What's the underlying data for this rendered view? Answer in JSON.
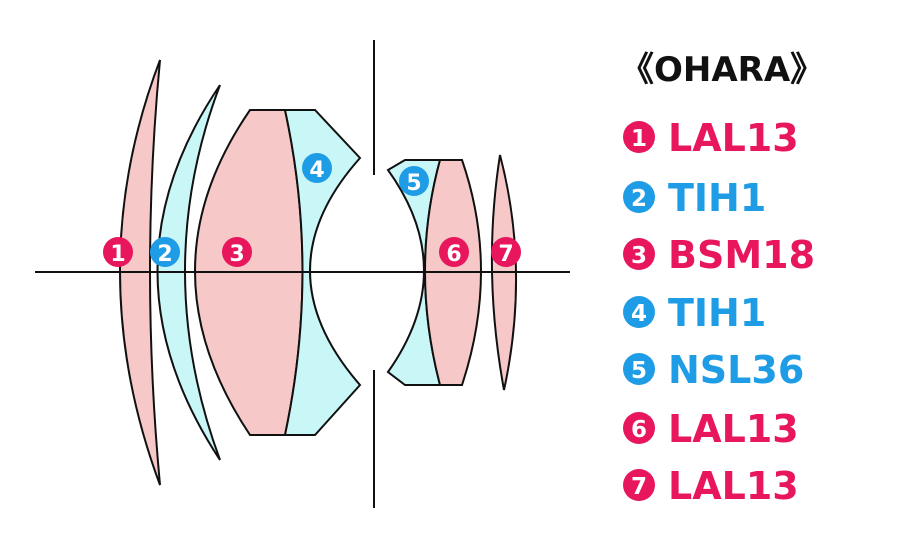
{
  "colors": {
    "red": "#e8175d",
    "blue": "#1f9ce6",
    "pink_fill": "#f7c8c8",
    "cyan_fill": "#c9f7f7",
    "line": "#111111"
  },
  "glass_maker": "《OHARA》",
  "elements": [
    {
      "num": "1",
      "glass": "LAL13",
      "color": "red"
    },
    {
      "num": "2",
      "glass": "TIH1",
      "color": "blue"
    },
    {
      "num": "3",
      "glass": "BSM18",
      "color": "red"
    },
    {
      "num": "4",
      "glass": "TIH1",
      "color": "blue"
    },
    {
      "num": "5",
      "glass": "NSL36",
      "color": "blue"
    },
    {
      "num": "6",
      "glass": "LAL13",
      "color": "red"
    },
    {
      "num": "7",
      "glass": "LAL13",
      "color": "red"
    }
  ]
}
